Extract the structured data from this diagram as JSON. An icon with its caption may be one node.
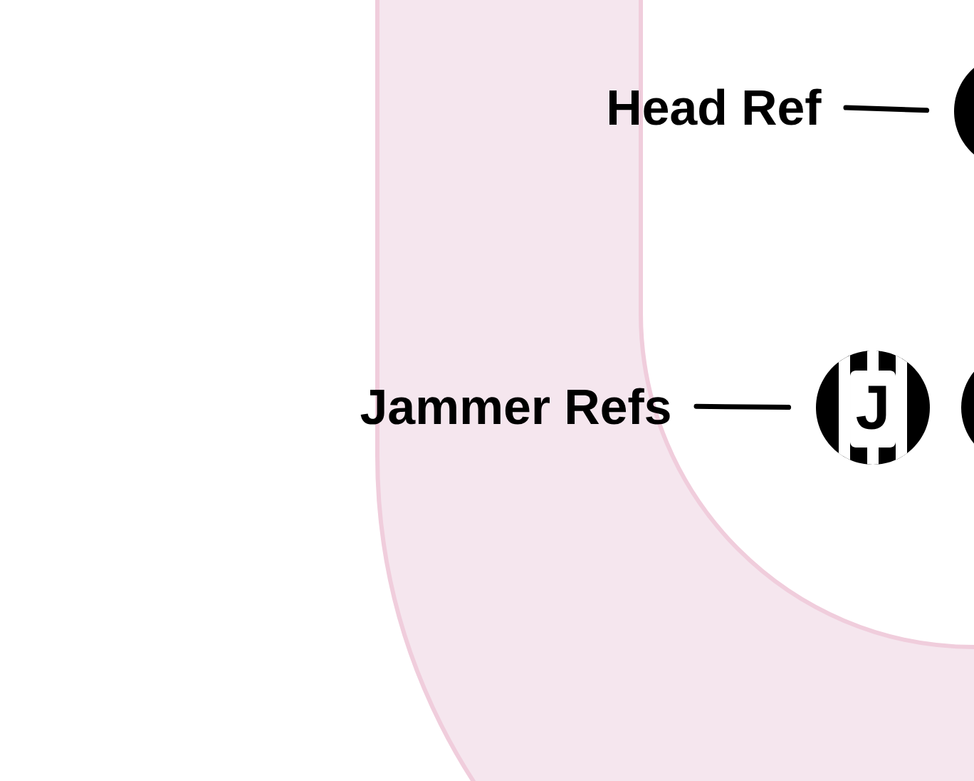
{
  "diagram": {
    "nodes": [
      {
        "text": [
          "Head Ref"
        ]
      },
      {
        "text": [],
        "shape": "circle"
      },
      {
        "text": [
          "Jammer Refs"
        ]
      },
      {
        "text": [
          "J"
        ]
      },
      {
        "text": [],
        "shape": "circle"
      }
    ],
    "edges": [
      {
        "from": 0,
        "to": 1,
        "arrow": "none"
      },
      {
        "from": 2,
        "to": 3,
        "arrow": "none"
      }
    ]
  }
}
